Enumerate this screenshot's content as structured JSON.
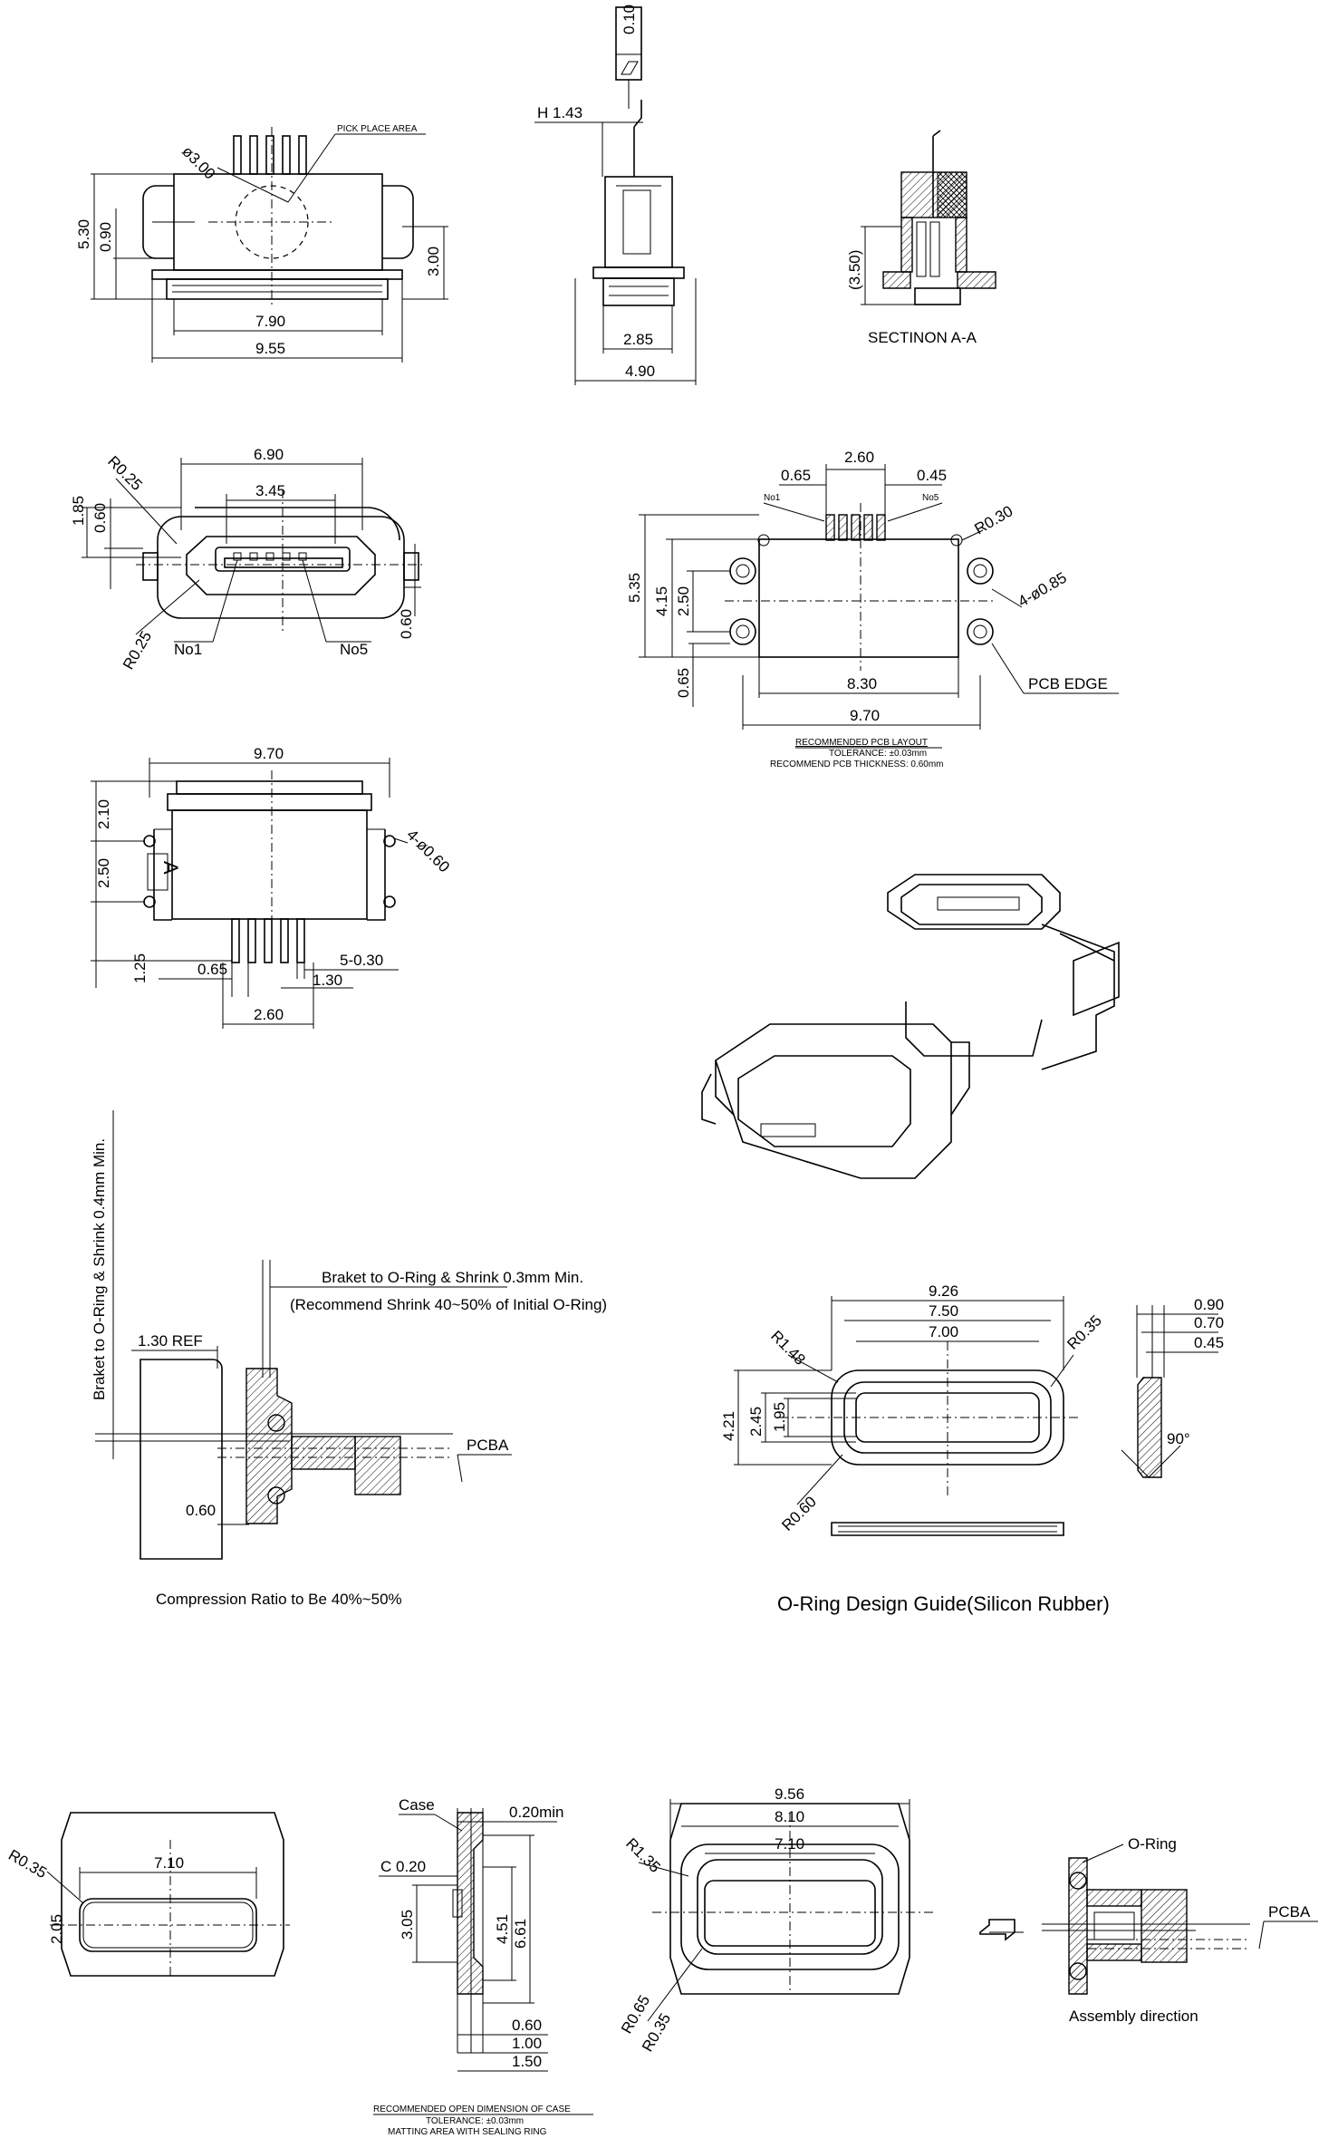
{
  "top_views": {
    "front": {
      "d_300": "ø3.00",
      "pick_place": "PICK PLACE AREA",
      "h530": "5.30",
      "h090": "0.90",
      "h300": "3.00",
      "w790": "7.90",
      "w955": "9.55"
    },
    "side": {
      "flat": "0.10",
      "h143": "H 1.43",
      "w285": "2.85",
      "w490": "4.90"
    },
    "section": {
      "h350": "(3.50)",
      "title": "SECTINON A-A"
    }
  },
  "port_view": {
    "w690": "6.90",
    "w345": "3.45",
    "r025a": "R0.25",
    "h185": "1.85",
    "h060": "0.60",
    "r025b": "R0.25",
    "no1": "No1",
    "no5": "No5",
    "v060": "0.60"
  },
  "pcb_layout": {
    "w260": "2.60",
    "w065": "0.65",
    "w045": "0.45",
    "no1": "No1",
    "no5": "No5",
    "r030": "R0.30",
    "h535": "5.35",
    "h415": "4.15",
    "h250": "2.50",
    "hole": "4-ø0.85",
    "h065": "0.65",
    "w830": "8.30",
    "pcb_edge": "PCB EDGE",
    "w970": "9.70",
    "title": "RECOMMENDED PCB LAYOUT",
    "tol": "TOLERANCE: ±0.03mm",
    "thick": "RECOMMEND PCB THICKNESS: 0.60mm"
  },
  "bottom_view": {
    "w970": "9.70",
    "h210": "2.10",
    "h250": "2.50",
    "label_a": "A",
    "hole": "4-ø0.60",
    "h125": "1.25",
    "w065": "0.65",
    "pins": "5-0.30",
    "w130": "1.30",
    "w260": "2.60"
  },
  "bracket": {
    "vlabel": "Braket to O-Ring & Shrink 0.4mm Min.",
    "label1": "Braket to O-Ring & Shrink 0.3mm Min.",
    "label2": "(Recommend Shrink 40~50% of Initial O-Ring)",
    "ref": "1.30 REF",
    "pcba": "PCBA",
    "w060": "0.60",
    "compression": "Compression Ratio to Be 40%~50%"
  },
  "oring": {
    "w926": "9.26",
    "w750": "7.50",
    "w700": "7.00",
    "r148": "R1.48",
    "r035": "R0.35",
    "h421": "4.21",
    "h245": "2.45",
    "h195": "1.95",
    "r060": "R0.60",
    "t090": "0.90",
    "t070": "0.70",
    "t045": "0.45",
    "angle": "90°",
    "title": "O-Ring Design Guide(Silicon Rubber)"
  },
  "case_views": {
    "r035": "R0.35",
    "w710": "7.10",
    "h205": "2.05",
    "case": "Case",
    "t020min": "0.20min",
    "c020": "C 0.20",
    "h305": "3.05",
    "h451": "4.51",
    "h661": "6.61",
    "d060": "0.60",
    "d100": "1.00",
    "d150": "1.50",
    "w956": "9.56",
    "w810": "8.10",
    "w710b": "7.10",
    "r135": "R1.35",
    "r065": "R0.65",
    "r035b": "R0.35",
    "oring": "O-Ring",
    "pcba": "PCBA",
    "assembly": "Assembly direction",
    "title": "RECOMMENDED OPEN DIMENSION OF CASE",
    "tol": "TOLERANCE: ±0.03mm",
    "matting": "MATTING AREA WITH SEALING RING"
  }
}
